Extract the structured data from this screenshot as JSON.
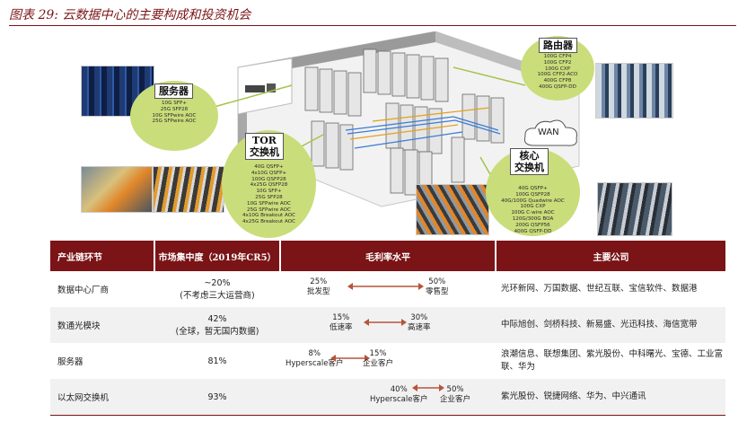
{
  "title": "图表 29: 云数据中心的主要构成和投资机会",
  "diagram": {
    "server": {
      "label": "服务器",
      "specs": [
        "10G SFP+",
        "25G SFP28",
        "10G SFPwire AOC",
        "25G SFPwire AOC"
      ]
    },
    "tor": {
      "label_line1": "TOR",
      "label_line2": "交换机",
      "specs": [
        "40G QSFP+",
        "4x10G QSFP+",
        "100G QSFP28",
        "4x25G QSFP28",
        "10G SFP+",
        "25G SFP28",
        "10G SFPwire AOC",
        "25G SFPwire AOC",
        "4x10G Breakout AOC",
        "4x25G Breakout AOC"
      ]
    },
    "router": {
      "label": "路由器",
      "specs": [
        "100G CFP4",
        "100G CFP2",
        "100G CXP",
        "100G CFP2-ACO",
        "400G CFP8",
        "400G QSFP-DD"
      ]
    },
    "core": {
      "label_line1": "核心",
      "label_line2": "交换机",
      "specs": [
        "40G QSFP+",
        "100G QSFP28",
        "40G/100G Quadwire AOC",
        "100G CXP",
        "100G C-wire AOC",
        "120G/300G BOA",
        "200G QSFP56",
        "400G QSFP-DD"
      ]
    },
    "wan": "WAN"
  },
  "table": {
    "headers": [
      "产业链环节",
      "市场集中度（2019年CR5）",
      "毛利率水平",
      "主要公司"
    ],
    "rows": [
      {
        "segment": "数据中心厂商",
        "conc_line1": "~20%",
        "conc_line2": "(不考虑三大运营商)",
        "left_val": "25%",
        "left_label": "批发型",
        "right_val": "50%",
        "right_label": "零售型",
        "companies": "光环新网、万国数据、世纪互联、宝信软件、数据港"
      },
      {
        "segment": "数通光模块",
        "conc_line1": "42%",
        "conc_line2": "(全球，暂无国内数据)",
        "left_val": "15%",
        "left_label": "低速率",
        "right_val": "30%",
        "right_label": "高速率",
        "companies": "中际旭创、剑桥科技、新易盛、光迅科技、海信宽带"
      },
      {
        "segment": "服务器",
        "conc_line1": "81%",
        "conc_line2": "",
        "left_val": "8%",
        "left_label": "Hyperscale客户",
        "right_val": "15%",
        "right_label": "企业客户",
        "companies": "浪潮信息、联想集团、紫光股份、中科曙光、宝德、工业富联、华为"
      },
      {
        "segment": "以太网交换机",
        "conc_line1": "93%",
        "conc_line2": "",
        "left_val": "40%",
        "left_label": "Hyperscale客户",
        "right_val": "50%",
        "right_label": "企业客户",
        "companies": "紫光股份、锐捷网络、华为、中兴通讯"
      }
    ]
  },
  "colors": {
    "accent": "#7a1417",
    "bubble": "#c9dd7a",
    "arrow": "#b5553a"
  }
}
